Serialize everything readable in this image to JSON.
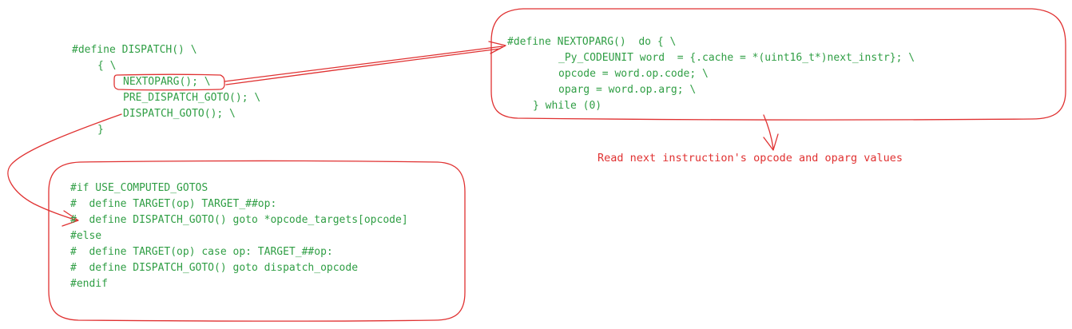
{
  "dispatch_block": {
    "line1": "#define DISPATCH() \\",
    "line2": "{ \\",
    "nextoparg_call": "NEXTOPARG(); \\",
    "line4": "PRE_DISPATCH_GOTO(); \\",
    "line5": "DISPATCH_GOTO(); \\",
    "line6": "}"
  },
  "nextoparg_block": {
    "line1": "#define NEXTOPARG()  do { \\",
    "line2": "_Py_CODEUNIT word  = {.cache = *(uint16_t*)next_instr}; \\",
    "line3": "opcode = word.op.code; \\",
    "line4": "oparg = word.op.arg; \\",
    "line5": "} while (0)"
  },
  "computed_gotos_block": {
    "line1": "#if USE_COMPUTED_GOTOS",
    "line2": "#  define TARGET(op) TARGET_##op:",
    "line3": "#  define DISPATCH_GOTO() goto *opcode_targets[opcode]",
    "line4": "#else",
    "line5": "#  define TARGET(op) case op: TARGET_##op:",
    "line6": "#  define DISPATCH_GOTO() goto dispatch_opcode",
    "line7": "#endif"
  },
  "annotation": "Read next instruction's opcode and oparg values",
  "colors": {
    "code": "#2f9e44",
    "sketch": "#e03131",
    "background": "#ffffff"
  }
}
